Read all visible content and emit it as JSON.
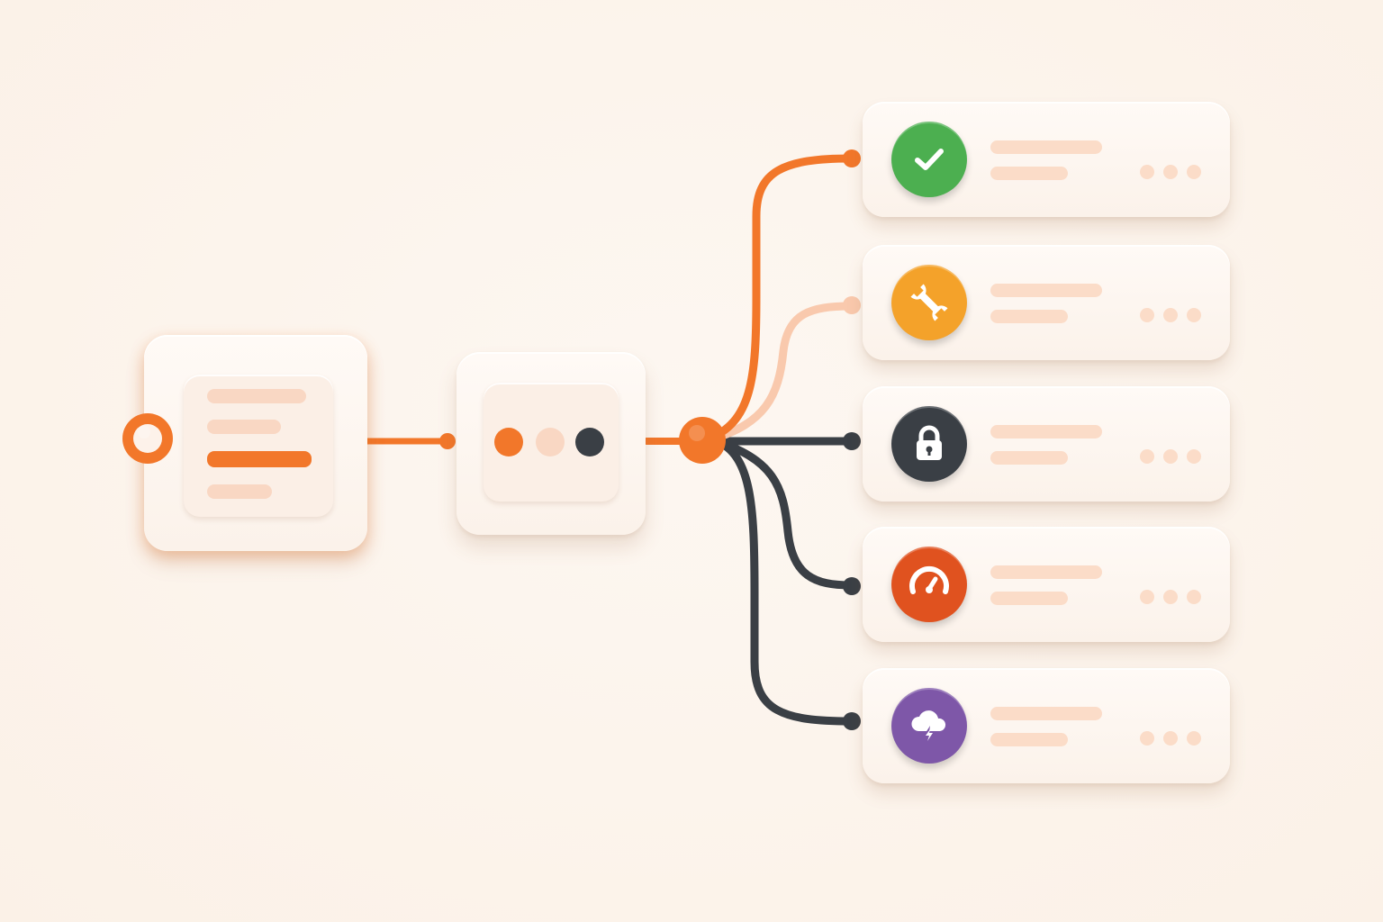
{
  "palette": {
    "background": "#fcf4ec",
    "accent_orange": "#f2772a",
    "light_peach": "#f9d7c3",
    "dark_slate": "#3a3f45",
    "green": "#4caf50",
    "amber": "#f4a22a",
    "red_orange": "#e0521f",
    "purple": "#7e57a8"
  },
  "nodes": {
    "input": {
      "icon": "document-lines-icon"
    },
    "process": {
      "icon": "three-dots-icon",
      "dots": [
        "orange",
        "peach",
        "dark"
      ]
    },
    "hub": {
      "icon": "branch-hub-icon"
    }
  },
  "outputs": [
    {
      "id": "success",
      "icon": "checkmark-icon",
      "color": "#4caf50",
      "wire": "orange"
    },
    {
      "id": "tools",
      "icon": "wrench-icon",
      "color": "#f4a22a",
      "wire": "peach"
    },
    {
      "id": "security",
      "icon": "lock-icon",
      "color": "#3a3f45",
      "wire": "dark"
    },
    {
      "id": "performance",
      "icon": "speedometer-icon",
      "color": "#e0521f",
      "wire": "dark"
    },
    {
      "id": "weather",
      "icon": "storm-cloud-icon",
      "color": "#7e57a8",
      "wire": "dark"
    }
  ]
}
